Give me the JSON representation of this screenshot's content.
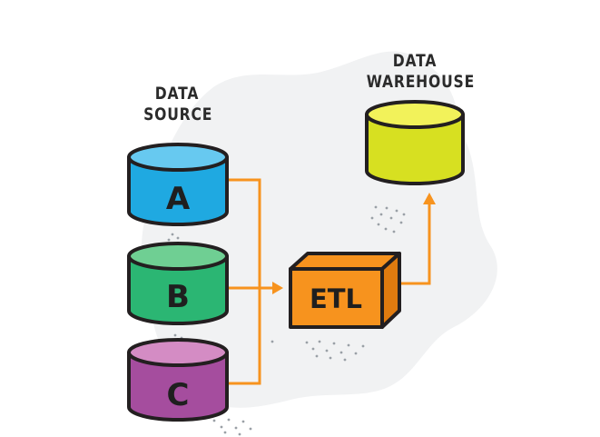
{
  "source_heading": {
    "line1": "DATA",
    "line2": "SOURCE"
  },
  "warehouse_heading": {
    "line1": "DATA",
    "line2": "WAREHOUSE"
  },
  "sources": [
    {
      "label": "A",
      "color": "#1fa9e1",
      "top_color": "#67c9f0"
    },
    {
      "label": "B",
      "color": "#2bb673",
      "top_color": "#6fcf93"
    },
    {
      "label": "C",
      "color": "#a54d9e",
      "top_color": "#d48cc4"
    }
  ],
  "etl": {
    "label": "ETL",
    "color": "#f7931e",
    "side_color": "#e07b0f"
  },
  "warehouse": {
    "color": "#d7e021",
    "top_color": "#f2f25a"
  },
  "arrow_color": "#f7931e",
  "outline_color": "#231f20",
  "backdrop_color": "#f1f2f3"
}
